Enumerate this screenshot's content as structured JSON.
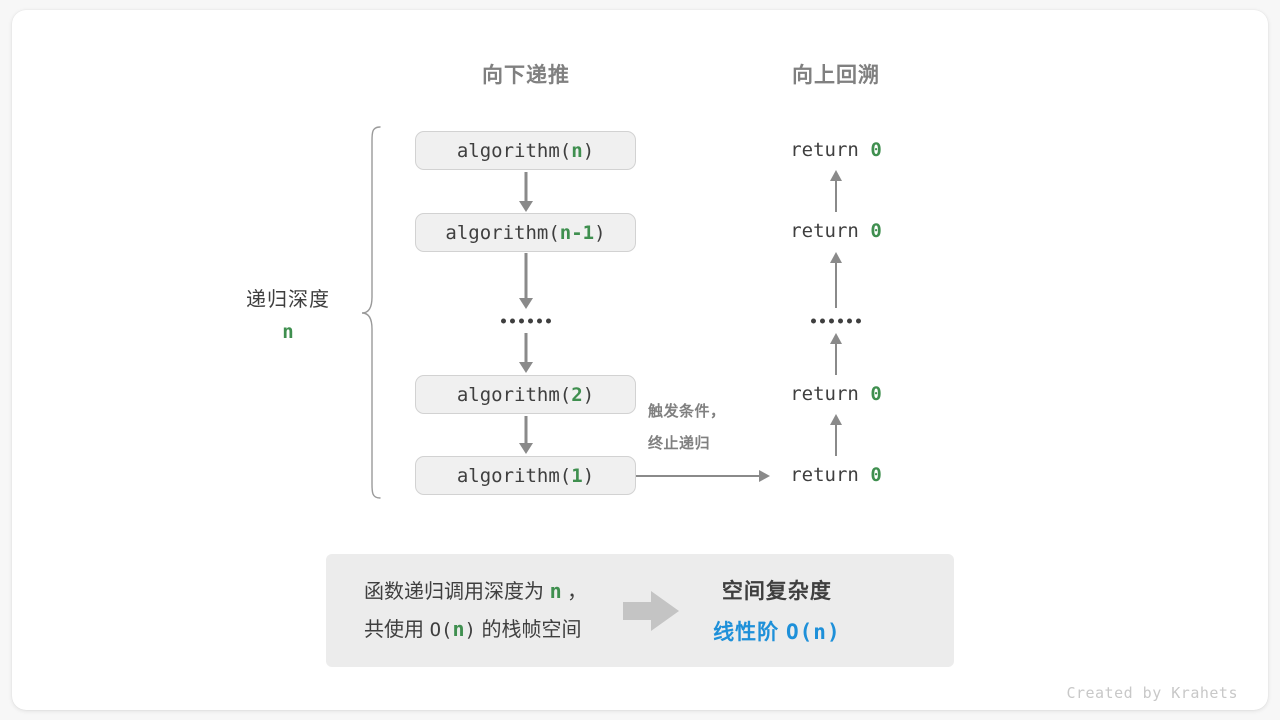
{
  "headings": {
    "down": "向下递推",
    "up": "向上回溯"
  },
  "depth": {
    "label": "递归深度",
    "value": "n"
  },
  "call_stack": [
    {
      "prefix": "algorithm(",
      "arg": "n",
      "suffix": ")"
    },
    {
      "prefix": "algorithm(",
      "arg": "n-1",
      "suffix": ")"
    },
    {
      "prefix": "algorithm(",
      "arg": "2",
      "suffix": ")"
    },
    {
      "prefix": "algorithm(",
      "arg": "1",
      "suffix": ")"
    }
  ],
  "returns": [
    {
      "keyword": "return",
      "value": "0"
    },
    {
      "keyword": "return",
      "value": "0"
    },
    {
      "keyword": "return",
      "value": "0"
    },
    {
      "keyword": "return",
      "value": "0"
    }
  ],
  "ellipsis": "••••••",
  "note": {
    "line1": "触发条件，",
    "line2": "终止递归"
  },
  "summary": {
    "left_line1_pre": "函数递归调用深度为",
    "left_line1_var": "n",
    "left_line1_post": "，",
    "left_line2_pre": "共使用",
    "left_line2_mono_open": "O(",
    "left_line2_var": "n",
    "left_line2_mono_close": ")",
    "left_line2_post": "的栈帧空间",
    "right_title": "空间复杂度",
    "right_value_text": "线性阶",
    "right_value_mono": "O(n)"
  },
  "credit": "Created by Krahets",
  "colors": {
    "green": "#3f8f4f",
    "blue": "#1e90d9",
    "gray_text": "#3f3f3f",
    "gray_muted": "#808080",
    "arrow": "#8a8a8a",
    "box_fill": "#f0f0f0",
    "panel_fill": "#ececec"
  }
}
